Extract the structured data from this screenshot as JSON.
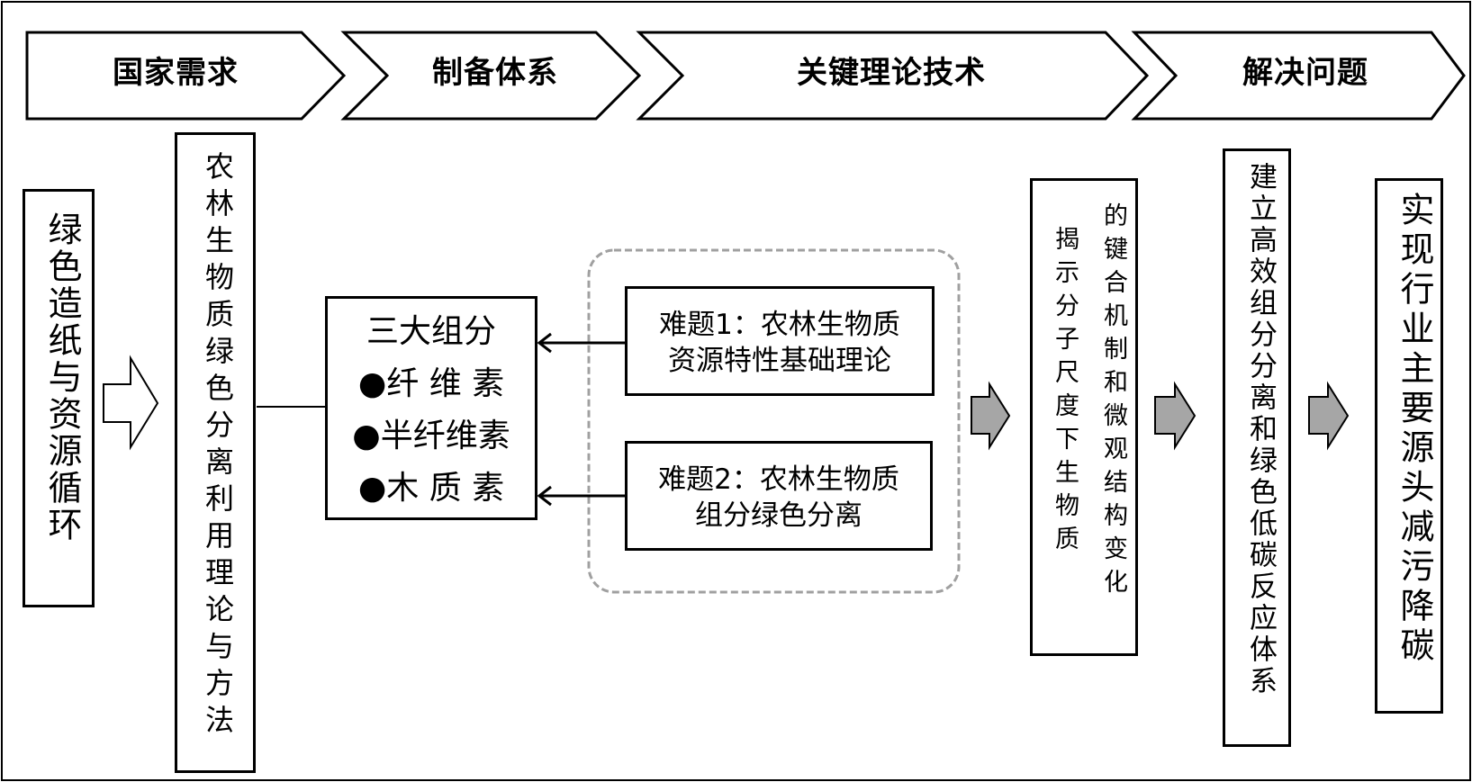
{
  "stages": [
    {
      "label": "国家需求"
    },
    {
      "label": "制备体系"
    },
    {
      "label": "关键理论技术"
    },
    {
      "label": "解决问题"
    }
  ],
  "need_box": {
    "text": "绿色造纸与资源循环"
  },
  "system_box": {
    "text": "农林生物质绿色分离利用理论与方法"
  },
  "components_box": {
    "title": "三大组分",
    "items": [
      "●纤 维 素",
      "●半纤维素",
      "●木 质 素"
    ]
  },
  "challenges": [
    {
      "line1": "难题1：农林生物质",
      "line2": "资源特性基础理论"
    },
    {
      "line1": "难题2：农林生物质",
      "line2": "组分绿色分离"
    }
  ],
  "theory_box": {
    "col1": "揭示分子尺度下生物质",
    "col2": "的键合机制和微观结构变化"
  },
  "system_build_box": {
    "text": "建立高效组分分离和绿色低碳反应体系"
  },
  "outcome_box": {
    "text": "实现行业主要源头减污降碳"
  },
  "colors": {
    "arrow_fill": "#a6a6a6",
    "dash_border": "#a0a0a0",
    "stroke": "#000000"
  }
}
